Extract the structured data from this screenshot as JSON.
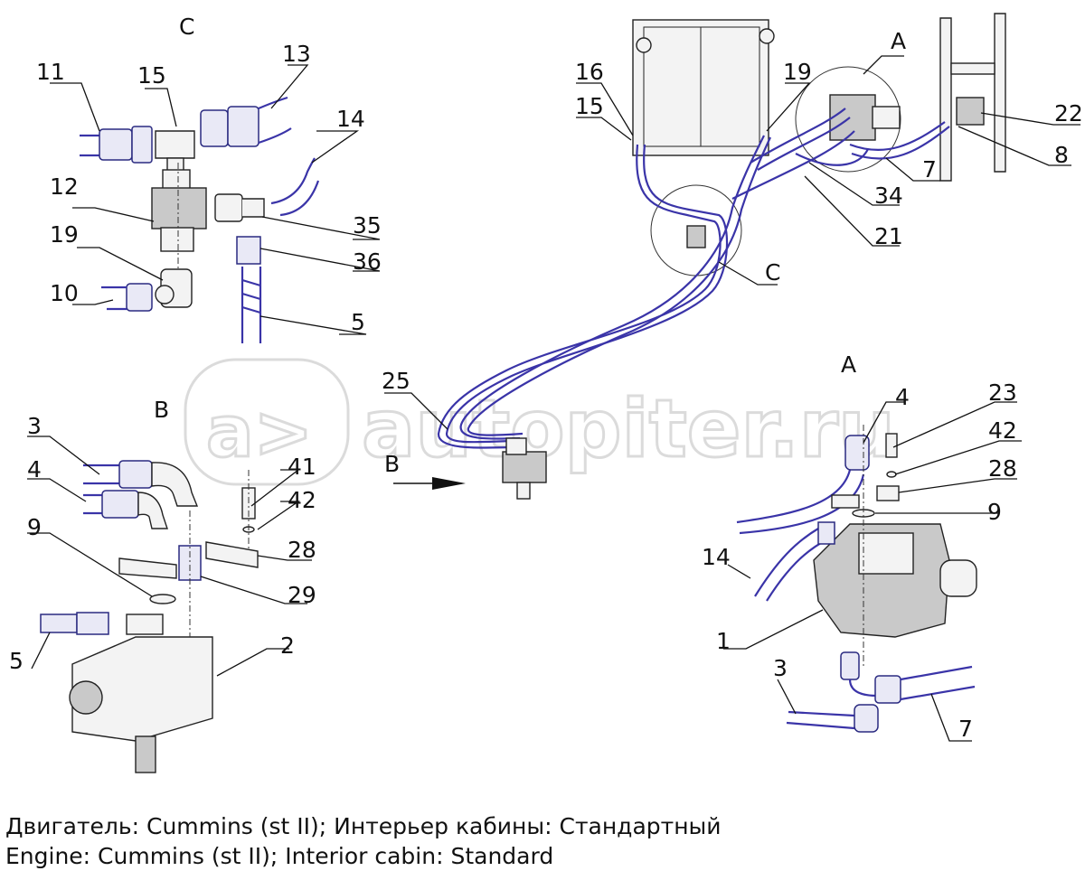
{
  "diagram": {
    "watermark": "autopiter.ru",
    "view_labels": {
      "c_top": "C",
      "a_top": "A",
      "c_main": "C",
      "b_top": "B",
      "a_detail": "A",
      "b_arrow": "B"
    },
    "callouts": [
      "11",
      "15",
      "13",
      "14",
      "12",
      "35",
      "36",
      "19",
      "10",
      "5",
      "16",
      "15",
      "19",
      "22",
      "8",
      "7",
      "34",
      "21",
      "25",
      "3",
      "4",
      "41",
      "42",
      "9",
      "28",
      "29",
      "5",
      "2",
      "4",
      "23",
      "42",
      "28",
      "9",
      "14",
      "1",
      "3",
      "7"
    ]
  },
  "caption": {
    "line_ru": "Двигатель: Cummins (st II); Интерьер кабины: Стандартный",
    "line_en": "Engine: Cummins (st II); Interior cabin: Standard"
  }
}
